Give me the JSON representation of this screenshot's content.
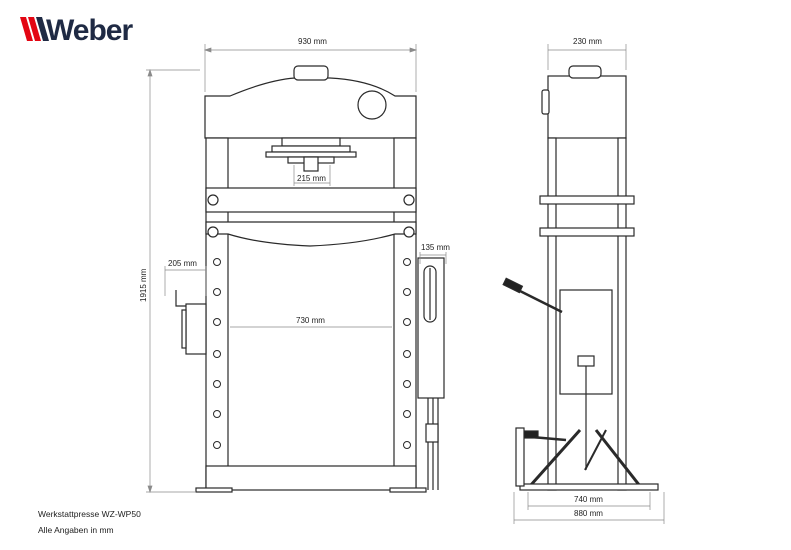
{
  "brand": {
    "name": "Weber",
    "color": "#1f2a44",
    "stripe_colors": [
      "#e30613",
      "#1f2a44"
    ]
  },
  "dimensions": {
    "total_width": "930 mm",
    "piston": "215 mm",
    "height": "1915 mm",
    "handle_offset": "205 mm",
    "pump_offset": "135 mm",
    "inner_width": "730 mm",
    "side_depth": "230 mm",
    "foot_inner": "740 mm",
    "foot_outer": "880 mm"
  },
  "caption": {
    "model": "Werkstattpresse WZ-WP50",
    "units": "Alle Angaben in mm"
  },
  "colors": {
    "line": "#2a2a2a",
    "dim_line": "#8a8a8a"
  }
}
